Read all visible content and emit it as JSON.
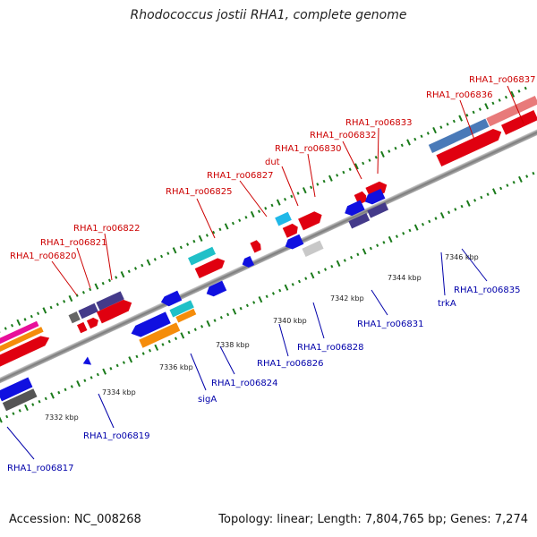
{
  "title": "Rhodococcus jostii RHA1, complete genome",
  "footer": {
    "accession": "Accession: NC_008268",
    "summary": "Topology: linear; Length: 7,804,765 bp; Genes: 7,274"
  },
  "colors": {
    "forward_label": "#cc0000",
    "reverse_label": "#0000aa",
    "backbone": "#888888",
    "tick": "#1a7a1a"
  },
  "tick_labels": [
    "7332 kbp",
    "7334 kbp",
    "7336 kbp",
    "7338 kbp",
    "7340 kbp",
    "7342 kbp",
    "7344 kbp",
    "7346 kbp"
  ],
  "forward_labels": [
    "RHA1_ro06820",
    "RHA1_ro06821",
    "RHA1_ro06822",
    "RHA1_ro06825",
    "RHA1_ro06827",
    "dut",
    "RHA1_ro06830",
    "RHA1_ro06832",
    "RHA1_ro06833",
    "RHA1_ro06836",
    "RHA1_ro06837"
  ],
  "reverse_labels": [
    "RHA1_ro06817",
    "RHA1_ro06819",
    "sigA",
    "RHA1_ro06824",
    "RHA1_ro06826",
    "RHA1_ro06828",
    "RHA1_ro06831",
    "trkA",
    "RHA1_ro06835"
  ]
}
